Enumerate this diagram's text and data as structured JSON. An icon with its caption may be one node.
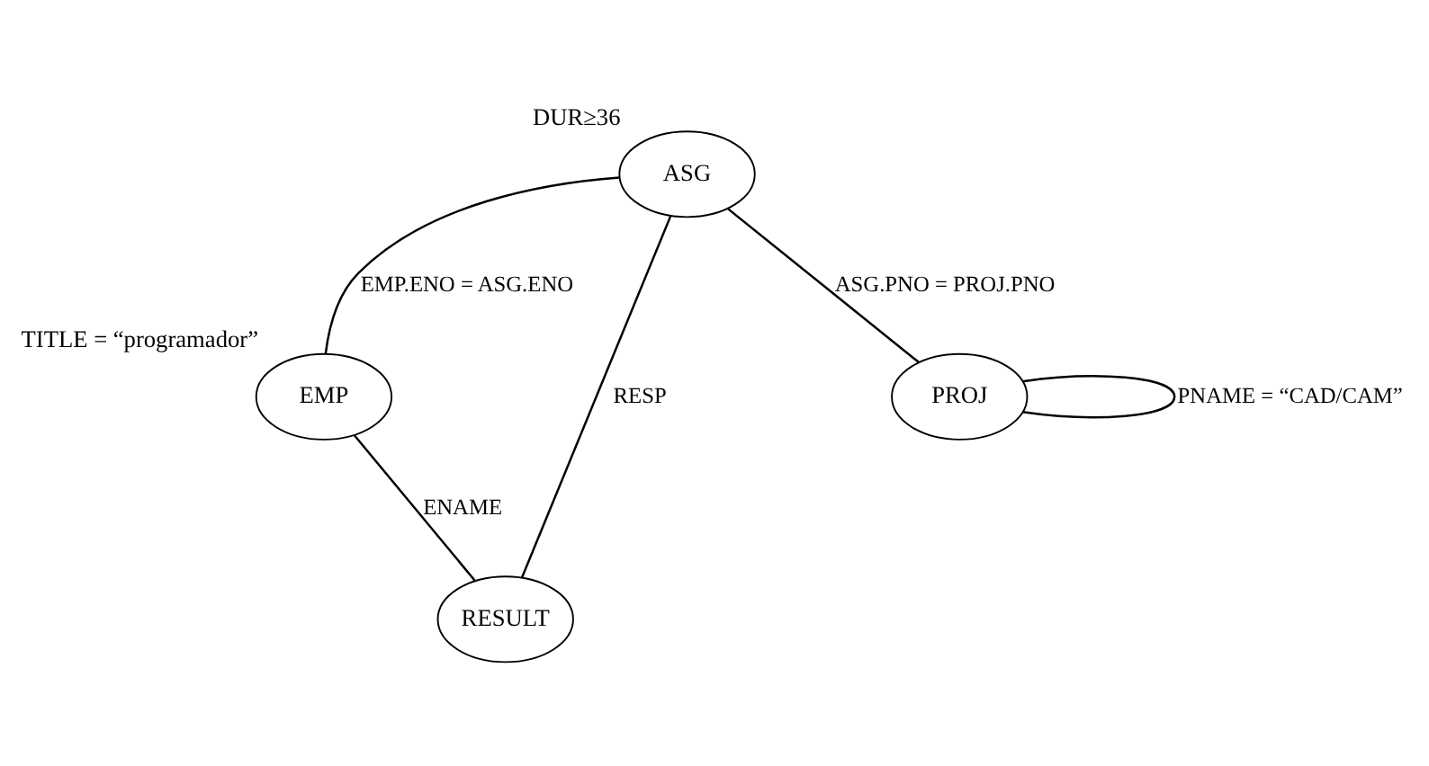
{
  "diagram": {
    "nodes": [
      {
        "text": [
          "ASG"
        ],
        "beside": [
          "DUR≥36"
        ]
      },
      {
        "text": [
          "EMP"
        ],
        "beside": [
          "TITLE = “programador”"
        ]
      },
      {
        "text": [
          "PROJ"
        ]
      },
      {
        "text": [
          "RESULT"
        ]
      }
    ],
    "edges": [
      {
        "from": 0,
        "to": 1,
        "arrow": "none",
        "label": "EMP.ENO = ASG.ENO"
      },
      {
        "from": 0,
        "to": 3,
        "arrow": "none",
        "label": "RESP"
      },
      {
        "from": 0,
        "to": 2,
        "arrow": "none",
        "label": "ASG.PNO = PROJ.PNO"
      },
      {
        "from": 1,
        "to": 3,
        "arrow": "none",
        "label": "ENAME"
      },
      {
        "from": 2,
        "to": 2,
        "arrow": "none",
        "label": "PNAME = “CAD/CAM”"
      }
    ]
  }
}
